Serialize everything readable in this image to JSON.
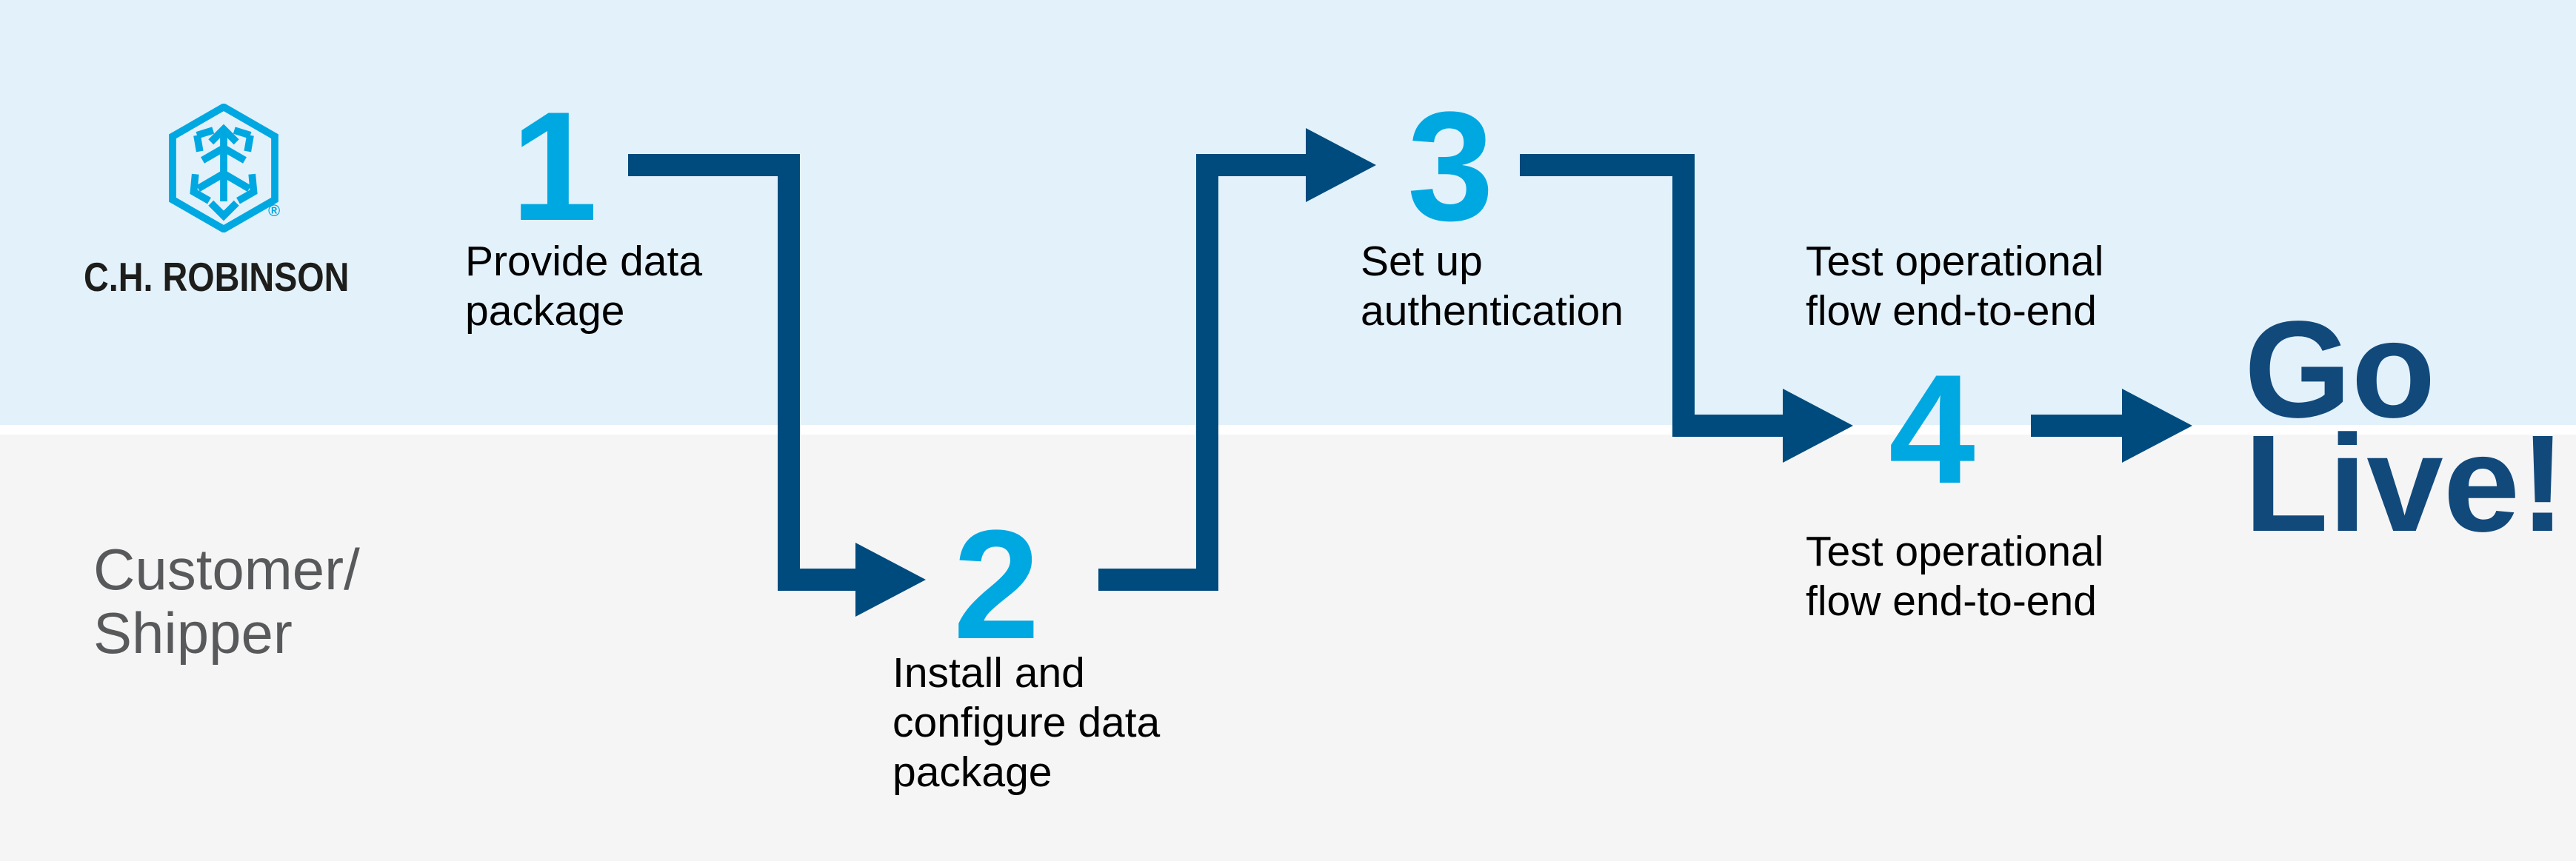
{
  "logo": {
    "icon": "chrobinson-hexagon-arrows-icon",
    "wordmark": "C.H. ROBINSON",
    "registered_mark": "®"
  },
  "lanes": {
    "customer_label_line1": "Customer/",
    "customer_label_line2": "Shipper"
  },
  "steps": [
    {
      "number": "1",
      "label_lines": [
        "Provide data",
        "package"
      ]
    },
    {
      "number": "2",
      "label_lines": [
        "Install and",
        "configure data",
        "package"
      ]
    },
    {
      "number": "3",
      "label_lines": [
        "Set up",
        "authentication"
      ]
    },
    {
      "number": "4",
      "label_above_lines": [
        "Test operational",
        "flow end-to-end"
      ],
      "label_below_lines": [
        "Test operational",
        "flow end-to-end"
      ]
    }
  ],
  "finish": {
    "line1": "Go",
    "line2": "Live!"
  },
  "colors": {
    "step_number_cyan": "#00a8e2",
    "arrow_navy": "#004b7e",
    "finish_navy": "#11497b",
    "top_band": "#e3f1fa",
    "bottom_band": "#f5f5f6",
    "divider": "#ffffff",
    "label_text": "#000000",
    "lane_text": "#58595b",
    "logo_text": "#1d1d1b",
    "logo_cyan": "#00a8e2"
  }
}
